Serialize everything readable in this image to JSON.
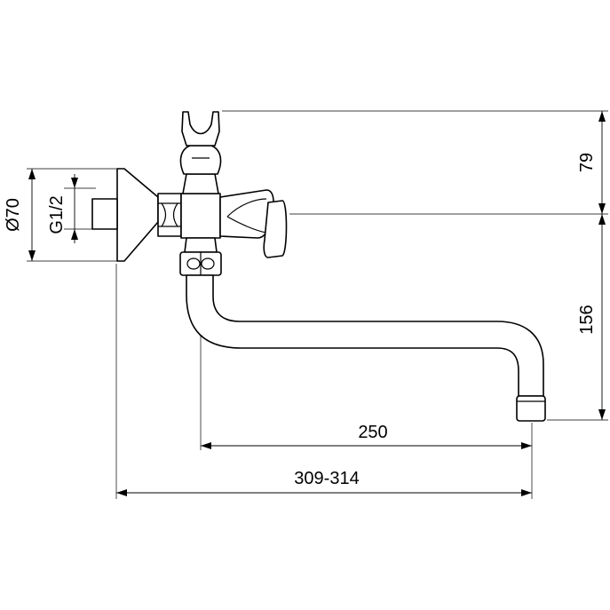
{
  "drawing": {
    "dim_diameter_flange": "Ø70",
    "dim_thread": "G1/2",
    "dim_top_to_axis": "79",
    "dim_axis_to_outlet": "156",
    "dim_spout_reach": "250",
    "dim_total_projection": "309-314"
  }
}
